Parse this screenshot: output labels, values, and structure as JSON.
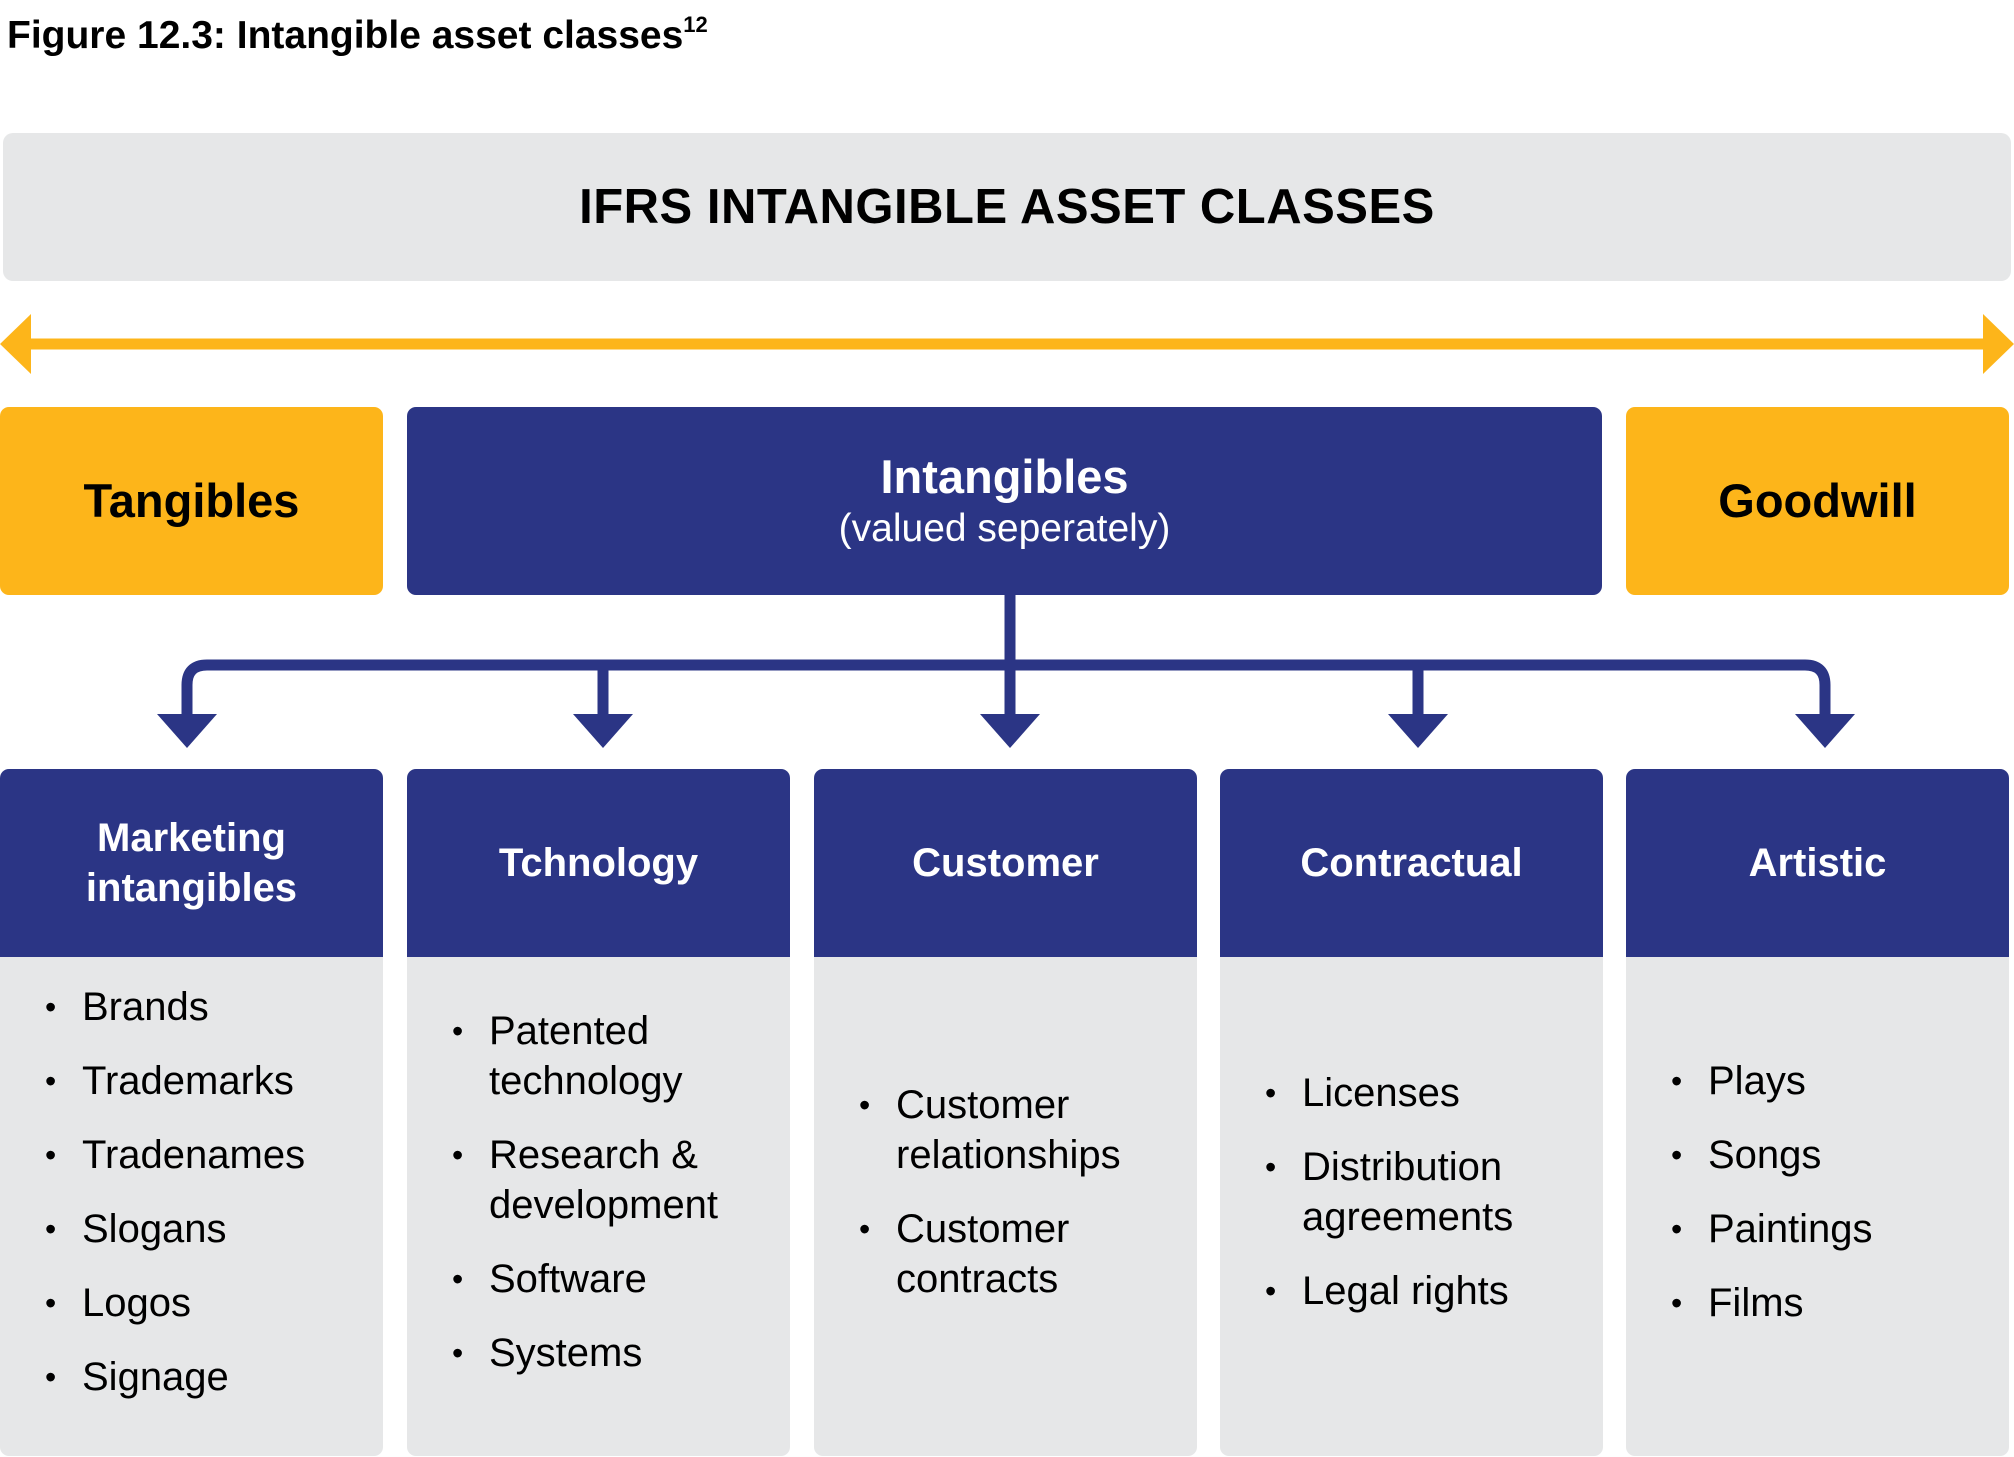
{
  "figure": {
    "title": "Figure 12.3: Intangible asset classes",
    "footnote": "12"
  },
  "banner": {
    "title": "IFRS INTANGIBLE ASSET CLASSES"
  },
  "top_row": {
    "tangibles": {
      "label": "Tangibles"
    },
    "intangibles": {
      "label": "Intangibles",
      "sublabel": "(valued seperately)"
    },
    "goodwill": {
      "label": "Goodwill"
    }
  },
  "categories": [
    {
      "title": "Marketing intangibles",
      "items": [
        "Brands",
        "Trademarks",
        "Tradenames",
        "Slogans",
        "Logos",
        "Signage"
      ]
    },
    {
      "title": "Tchnology",
      "items": [
        "Patented technology",
        "Research & development",
        "Software",
        "Systems"
      ]
    },
    {
      "title": "Customer",
      "items": [
        "Customer relationships",
        "Customer contracts"
      ]
    },
    {
      "title": "Contractual",
      "items": [
        "Licenses",
        "Distribution agreements",
        "Legal rights"
      ]
    },
    {
      "title": "Artistic",
      "items": [
        "Plays",
        "Songs",
        "Paintings",
        "Films"
      ]
    }
  ],
  "colors": {
    "navy": "#2b3585",
    "gold": "#fdb51a",
    "light_gray": "#e6e7e8",
    "text_dark": "#000000",
    "text_light": "#ffffff"
  }
}
